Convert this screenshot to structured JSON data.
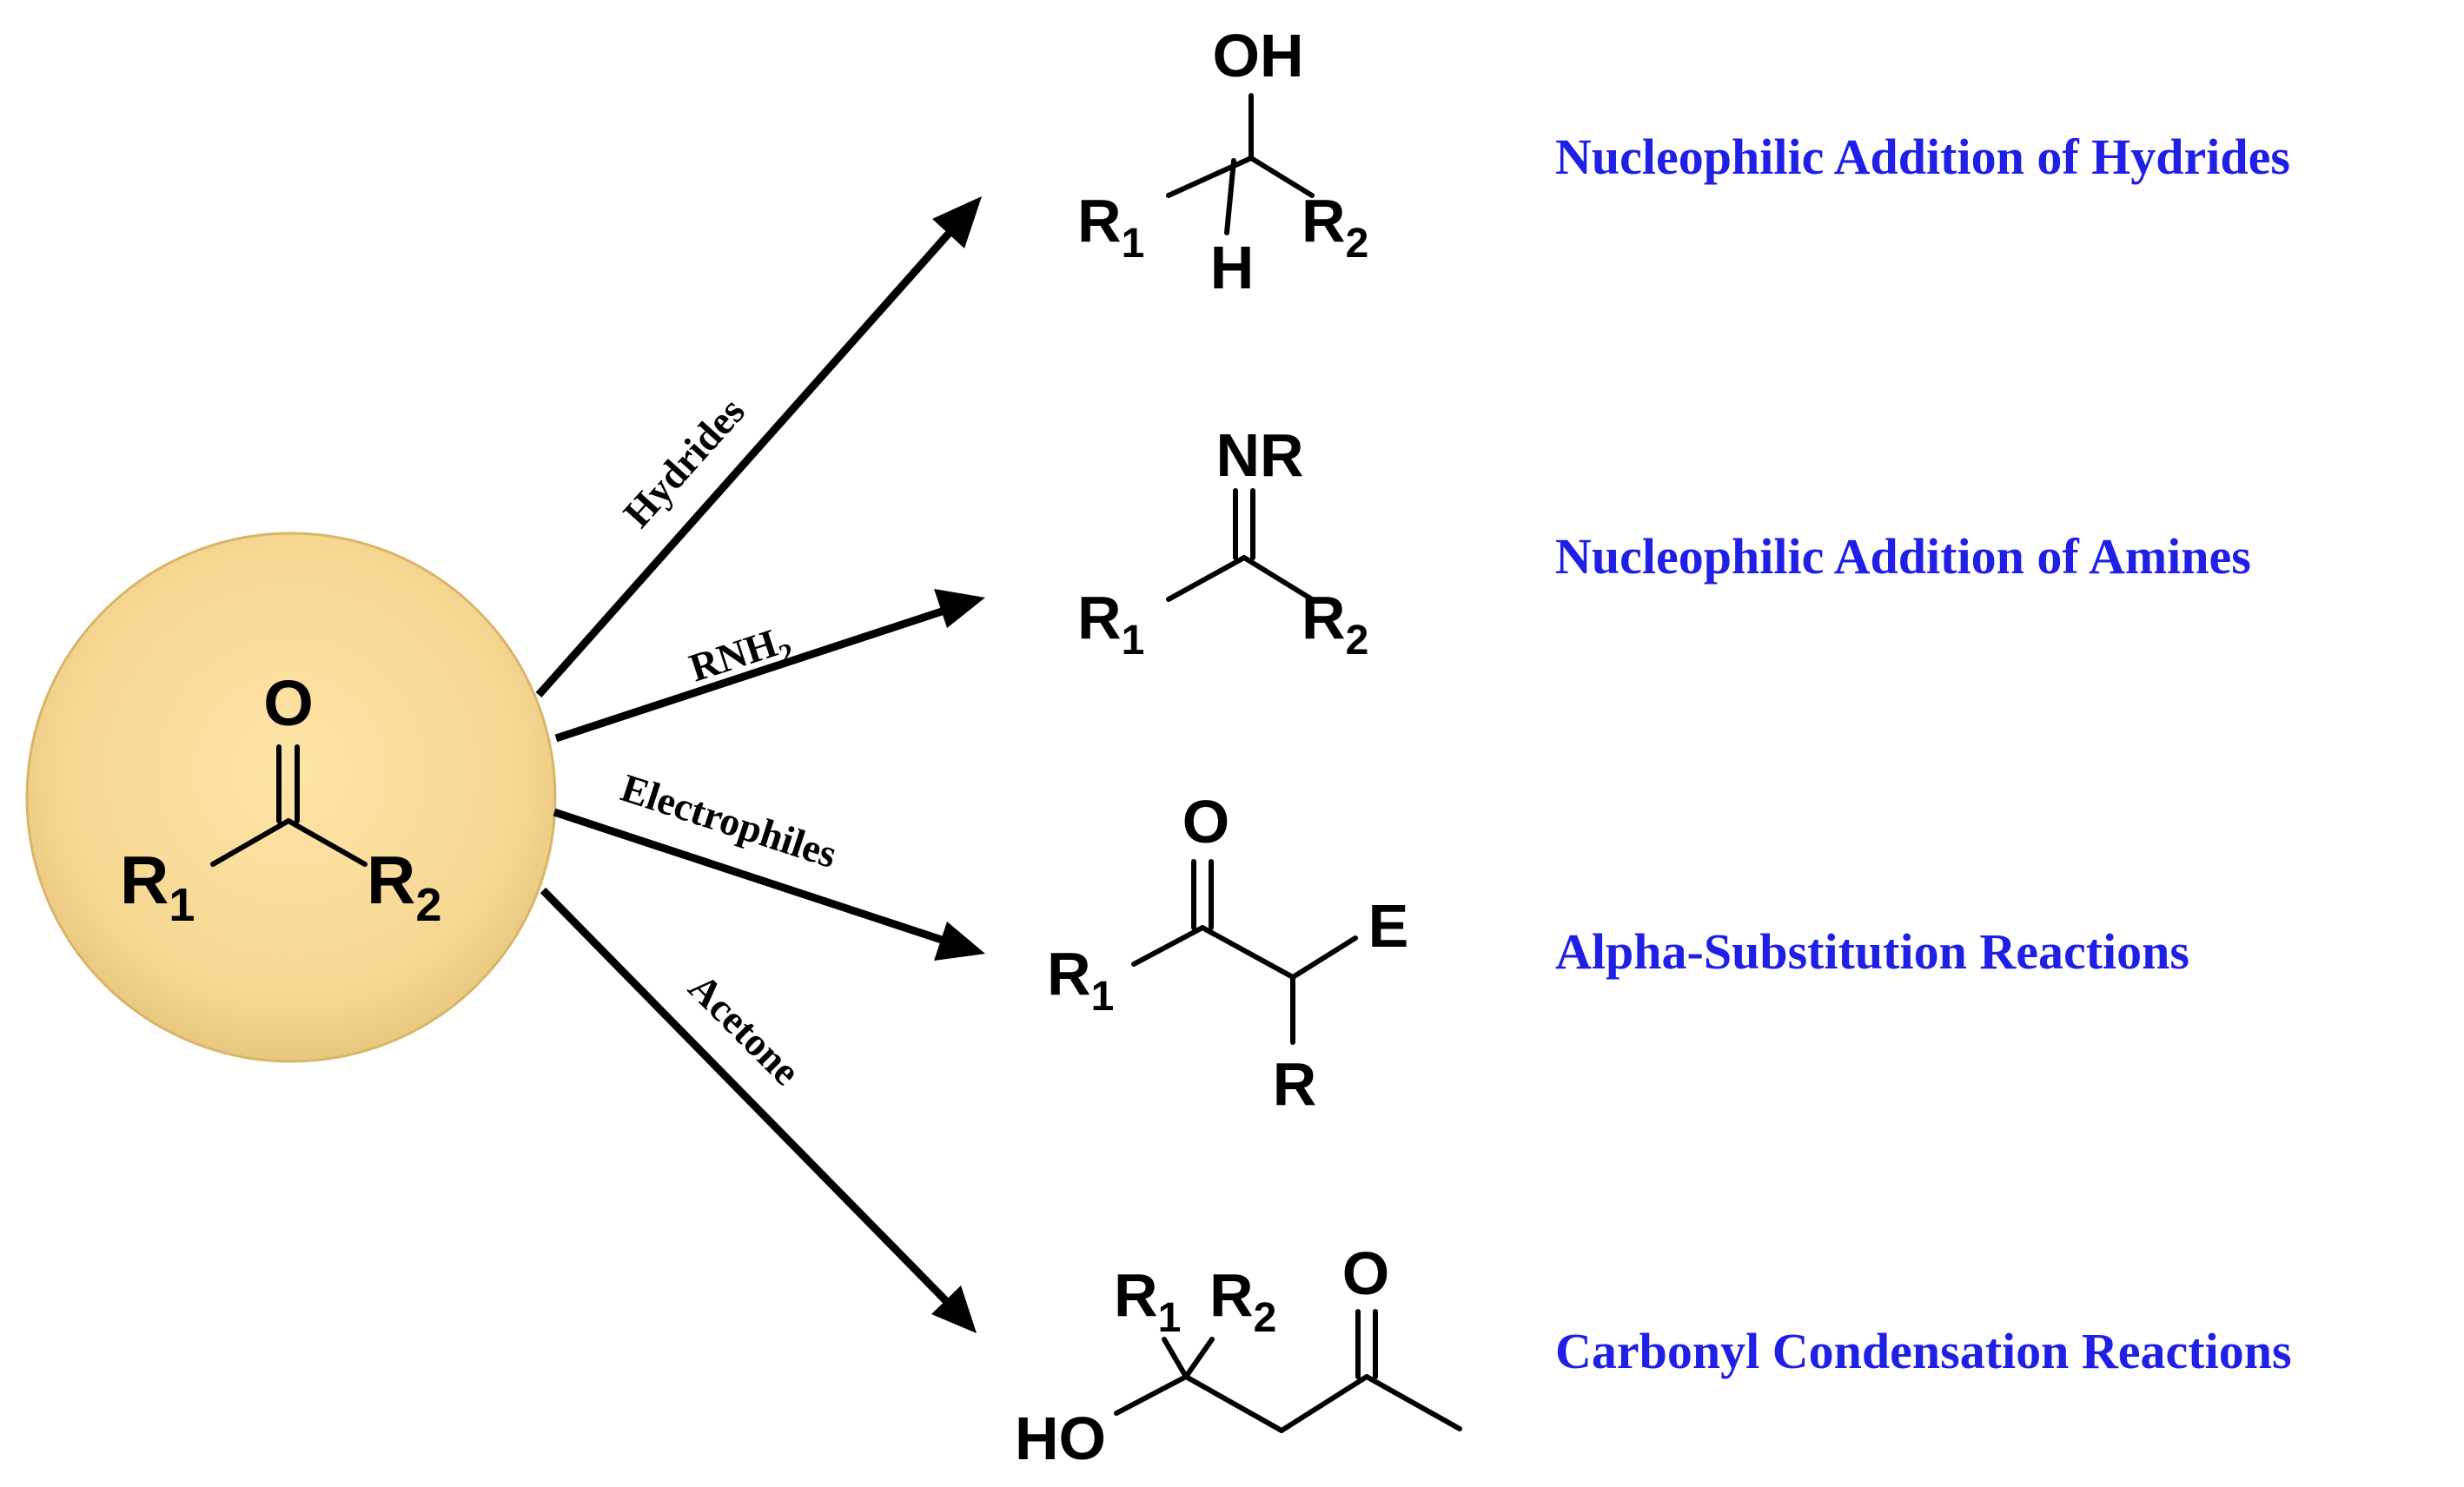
{
  "start": {
    "atoms": {
      "o": "O",
      "r1": "R",
      "r1_sub": "1",
      "r2": "R",
      "r2_sub": "2"
    },
    "circle_color": "#f8dc98"
  },
  "reagents": {
    "hydrides": "Hydrides",
    "rnh2_main": "RNH",
    "rnh2_sub": "2",
    "electrophiles": "Electrophiles",
    "acetone": "Acetone"
  },
  "products": {
    "alcohol": {
      "oh": "OH",
      "h": "H",
      "r1": "R",
      "r1_sub": "1",
      "r2": "R",
      "r2_sub": "2"
    },
    "imine": {
      "nr": "NR",
      "r1": "R",
      "r1_sub": "1",
      "r2": "R",
      "r2_sub": "2"
    },
    "alpha": {
      "o": "O",
      "e": "E",
      "r": "R",
      "r1": "R",
      "r1_sub": "1"
    },
    "aldol": {
      "r1": "R",
      "r1_sub": "1",
      "r2": "R",
      "r2_sub": "2",
      "o": "O",
      "ho": "HO"
    }
  },
  "reaction_titles": {
    "hydrides": "Nucleophilic Addition of Hydrides",
    "amines": "Nucleophilic Addition of Amines",
    "alpha": "Alpha-Substitution Reactions",
    "condensation": "Carbonyl Condensation Reactions"
  },
  "colors": {
    "title": "#1f1fe6",
    "ink": "#000000"
  }
}
